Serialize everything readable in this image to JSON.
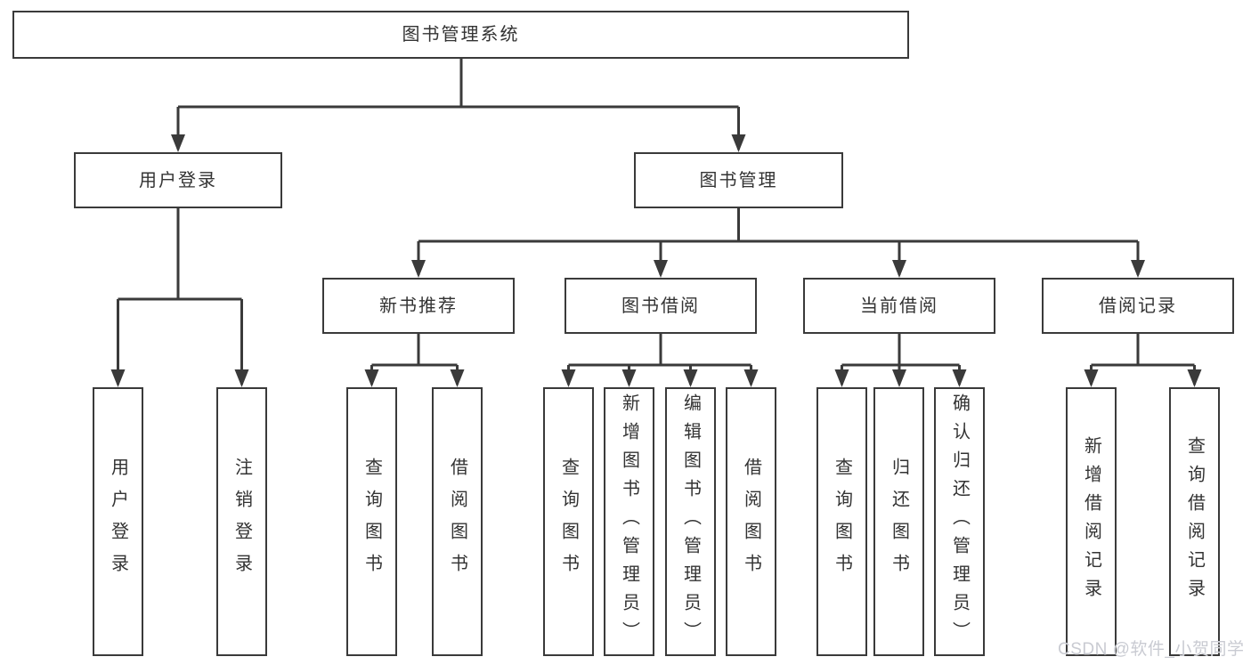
{
  "tree": {
    "root": {
      "label": "图书管理系统"
    },
    "children": [
      {
        "label": "用户登录",
        "children": [
          {
            "label": "用户登录"
          },
          {
            "label": "注销登录"
          }
        ]
      },
      {
        "label": "图书管理",
        "children": [
          {
            "label": "新书推荐",
            "children": [
              {
                "label": "查询图书"
              },
              {
                "label": "借阅图书"
              }
            ]
          },
          {
            "label": "图书借阅",
            "children": [
              {
                "label": "查询图书"
              },
              {
                "label": "新增图书（管理员）"
              },
              {
                "label": "编辑图书（管理员）"
              },
              {
                "label": "借阅图书"
              }
            ]
          },
          {
            "label": "当前借阅",
            "children": [
              {
                "label": "查询图书"
              },
              {
                "label": "归还图书"
              },
              {
                "label": "确认归还（管理员）"
              }
            ]
          },
          {
            "label": "借阅记录",
            "children": [
              {
                "label": "新增借阅记录"
              },
              {
                "label": "查询借阅记录"
              }
            ]
          }
        ]
      }
    ]
  },
  "watermark": {
    "text": "CSDN @软件_小贺同学"
  },
  "colors": {
    "line": "#3a3a3a",
    "box_border": "#3a3a3a",
    "box_background": "#ffffff",
    "text": "#333333",
    "watermark": "#c9cbd2",
    "background": "#ffffff"
  }
}
